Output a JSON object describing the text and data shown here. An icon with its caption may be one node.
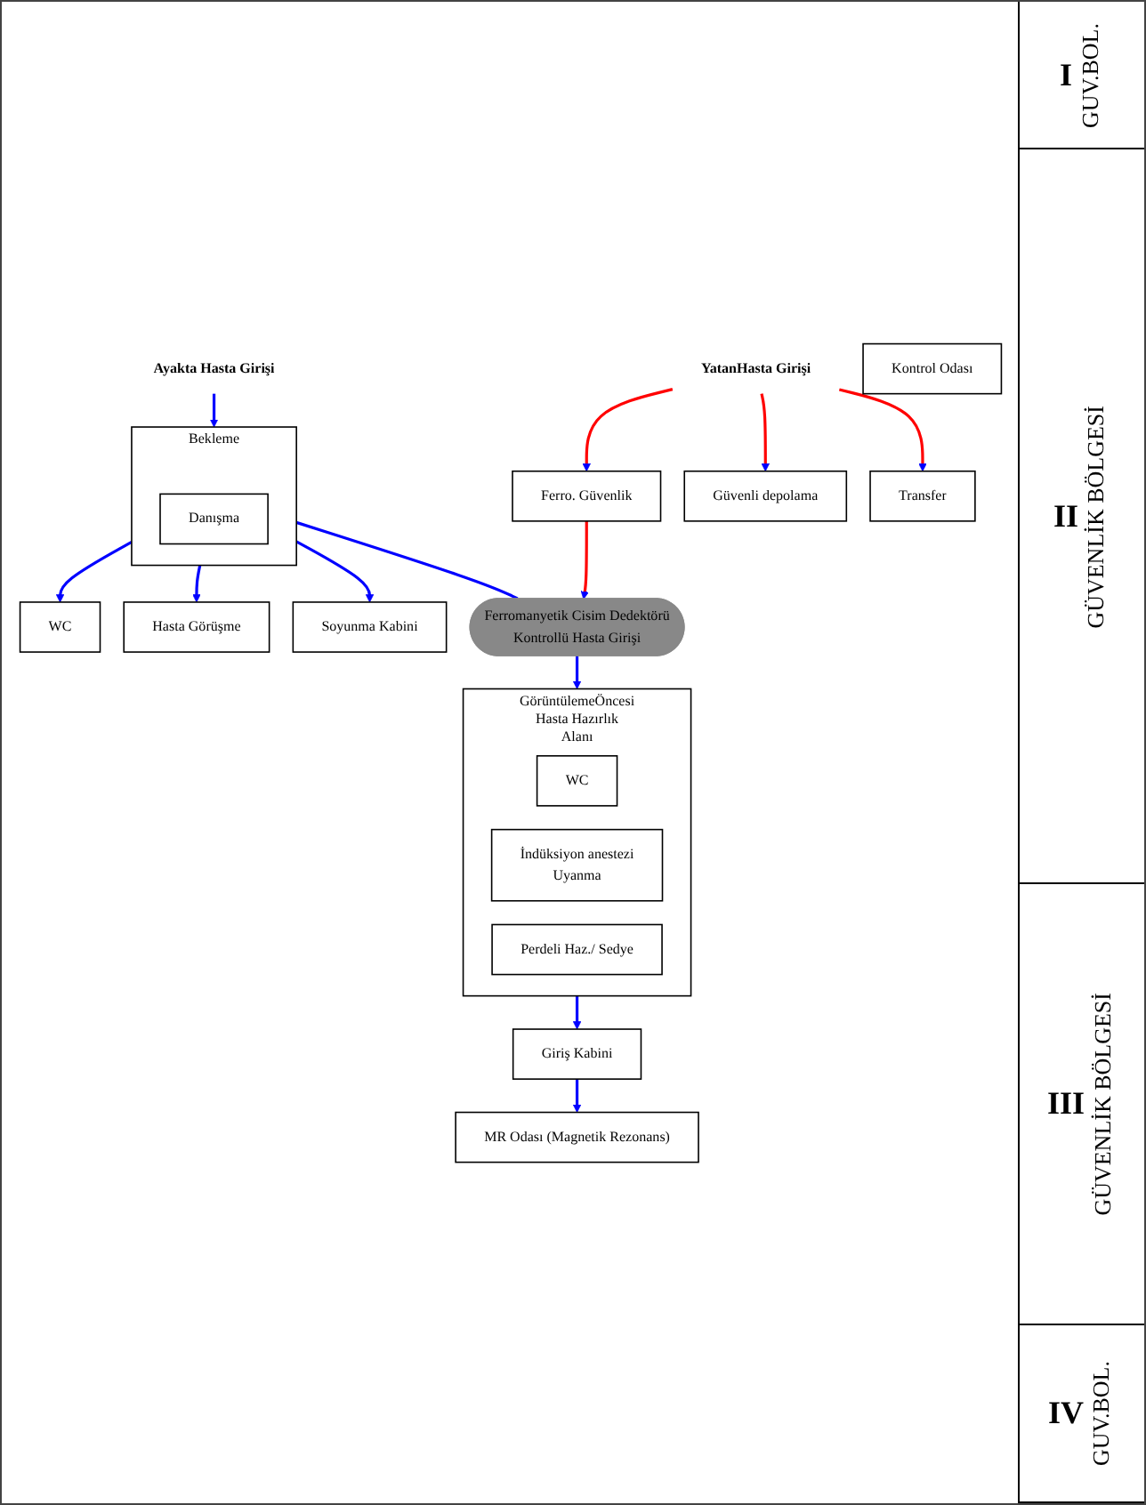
{
  "diagram": {
    "nodes": [
      {
        "text": [
          "Ayakta Hasta Girişi"
        ]
      },
      {
        "text": [
          "Bekleme"
        ]
      },
      {
        "text": [
          "Danışma"
        ],
        "in": 1
      },
      {
        "text": [
          "WC"
        ]
      },
      {
        "text": [
          "Hasta Görüşme"
        ]
      },
      {
        "text": [
          "Soyunma Kabini"
        ]
      },
      {
        "text": [
          "YatanHasta Girişi"
        ]
      },
      {
        "text": [
          "Ferro. Güvenlik"
        ]
      },
      {
        "text": [
          "Güvenli depolama"
        ]
      },
      {
        "text": [
          "Transfer"
        ]
      },
      {
        "text": [
          "Ferromanyetik Cisim Dedektörü",
          "Kontrollü Hasta Girişi"
        ]
      },
      {
        "text": [
          "GörüntülemeÖncesi Hasta Hazırlık Alanı"
        ]
      },
      {
        "text": [
          "WC"
        ],
        "in": 11
      },
      {
        "text": [
          "İndüksiyon anestezi",
          "Uyanma"
        ],
        "in": 11
      },
      {
        "text": [
          "Perdeli Haz./ Sedye"
        ],
        "in": 11
      },
      {
        "text": [
          "Kontrol Odası"
        ]
      },
      {
        "text": [
          "Giriş Kabini"
        ]
      },
      {
        "text": [
          "MR Odası (Magnetik Rezonans)"
        ]
      }
    ],
    "edges": [
      {
        "from": 0,
        "to": 1,
        "arrow": "to"
      },
      {
        "from": 1,
        "to": 3,
        "arrow": "to"
      },
      {
        "from": 1,
        "to": 4,
        "arrow": "to"
      },
      {
        "from": 1,
        "to": 5,
        "arrow": "to"
      },
      {
        "from": 6,
        "to": 7,
        "arrow": "to",
        "color": "#ff0000"
      },
      {
        "from": 6,
        "to": 8,
        "arrow": "to",
        "color": "#ff0000"
      },
      {
        "from": 6,
        "to": 9,
        "arrow": "to",
        "color": "#ff0000"
      },
      {
        "from": 7,
        "to": 10,
        "arrow": "to",
        "color": "#ff0000"
      },
      {
        "from": 1,
        "to": 10,
        "arrow": "none"
      },
      {
        "from": 10,
        "to": 11,
        "arrow": "to"
      },
      {
        "from": 11,
        "to": 16,
        "arrow": "to"
      },
      {
        "from": 16,
        "to": 17,
        "arrow": "to"
      }
    ],
    "labels": [
      "I",
      "GUV.BOL.",
      "II",
      "GÜVENLİK BÖLGESİ",
      "III",
      "GÜVENLİK BÖLGESİ",
      "IV",
      "GUV.BOL."
    ]
  }
}
